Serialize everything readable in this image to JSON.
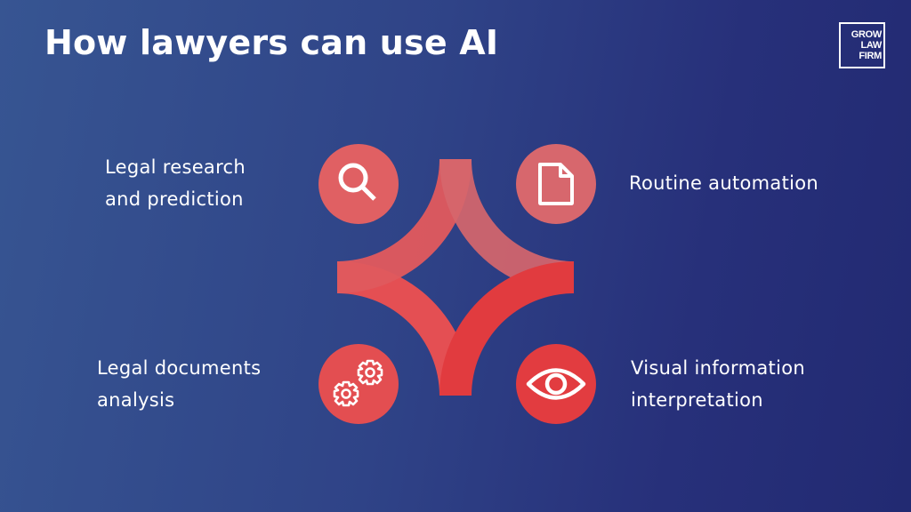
{
  "header": {
    "title": "How lawyers can use AI",
    "logo": [
      "GROW",
      "LAW",
      "FIRM"
    ]
  },
  "items": [
    {
      "label_lines": [
        "Legal research",
        "and prediction"
      ],
      "icon": "search-icon",
      "color": "#e06063"
    },
    {
      "label_lines": [
        "Routine automation"
      ],
      "icon": "document-icon",
      "color": "#d7676d"
    },
    {
      "label_lines": [
        "Legal documents",
        "analysis"
      ],
      "icon": "gears-icon",
      "color": "#e34e51"
    },
    {
      "label_lines": [
        "Visual information",
        "interpretation"
      ],
      "icon": "eye-icon",
      "color": "#e23c40"
    }
  ],
  "colors": {
    "background_left": "#375592",
    "background_right": "#222a72",
    "arc_top_left": "#e05a5e",
    "arc_top_right": "#d6666d",
    "arc_bottom_left": "#e44f53",
    "arc_bottom_right": "#e13b3f"
  }
}
